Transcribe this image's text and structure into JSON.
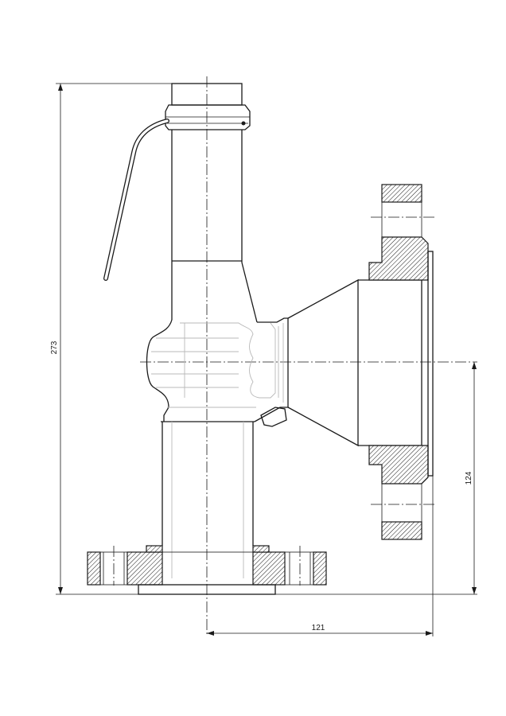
{
  "drawing": {
    "dimensions": {
      "overall_height": "273",
      "outlet_height": "124",
      "outlet_offset": "121"
    }
  }
}
